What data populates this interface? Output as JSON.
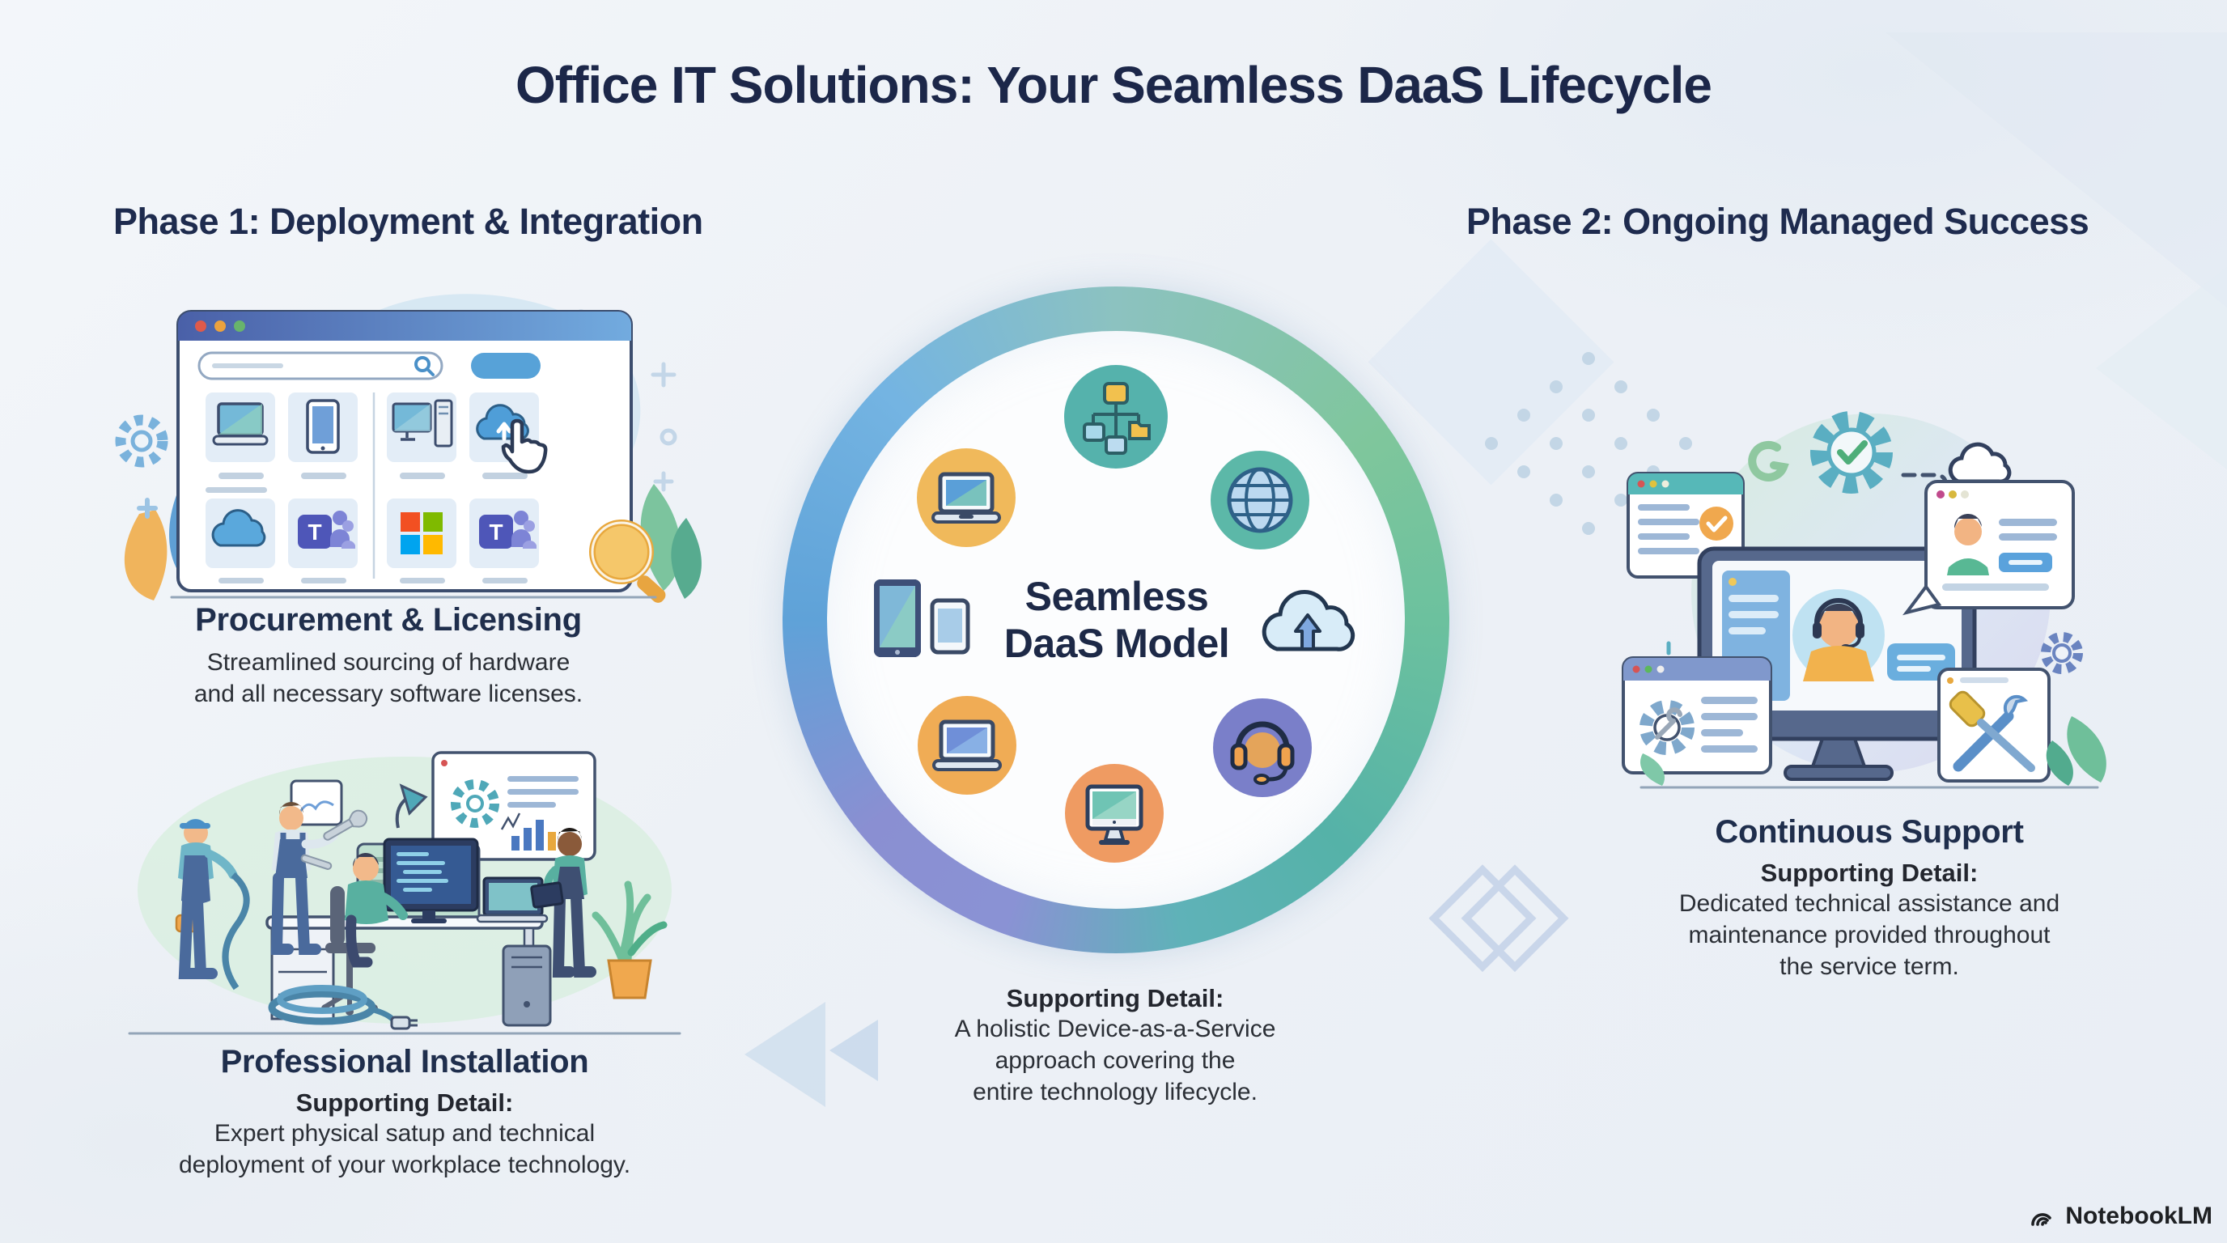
{
  "title": "Office IT Solutions: Your Seamless DaaS Lifecycle",
  "phase1": {
    "heading": "Phase 1: Deployment & Integration",
    "procurement": {
      "heading": "Procurement & Licensing",
      "body_lines": [
        "Streamlined sourcing of hardware",
        "and all necessary software licenses."
      ]
    },
    "installation": {
      "heading": "Professional Installation",
      "detail_label": "Supporting Detail:",
      "body_lines": [
        "Expert physical satup and technical",
        "deployment of your workplace technology."
      ]
    }
  },
  "center": {
    "line1": "Seamless",
    "line2": "DaaS Model",
    "detail_label": "Supporting Detail:",
    "body_lines": [
      "A holistic Device-as-a-Service",
      "approach covering the",
      "entire technology lifecycle."
    ]
  },
  "phase2": {
    "heading": "Phase 2: Ongoing Managed Success",
    "support": {
      "heading": "Continuous Support",
      "detail_label": "Supporting Detail:",
      "body_lines": [
        "Dedicated technical assistance and",
        "maintenance provided throughout",
        "the service term."
      ]
    }
  },
  "watermark": {
    "brand": "NotebookLM"
  },
  "icons": {
    "ring": [
      "sitemap-icon",
      "laptop-icon",
      "globe-icon",
      "tablet-phone-icon",
      "cloud-upload-icon",
      "laptop-icon",
      "desktop-icon",
      "headset-icon"
    ],
    "store_tiles": [
      "laptop-icon",
      "tablet-icon",
      "desktop-tower-icon",
      "cloud-upload-icon",
      "cloud-icon",
      "teams-icon",
      "microsoft-icon",
      "teams-icon"
    ]
  },
  "colors": {
    "heading_navy": "#1c2749",
    "body_text": "#2b2f36",
    "ring_blue": "#5fa2d8",
    "ring_green": "#7fc69c",
    "ring_teal": "#55b2a8",
    "ring_purple": "#8a8fd2",
    "accent_yellow": "#f0b95b",
    "accent_orange": "#ef9b62",
    "accent_purple": "#7a7fc9",
    "accent_teal": "#55b2ac",
    "ms_red": "#f25022",
    "ms_green": "#7fba00",
    "ms_blue": "#00a4ef",
    "ms_yellow": "#ffb900"
  }
}
